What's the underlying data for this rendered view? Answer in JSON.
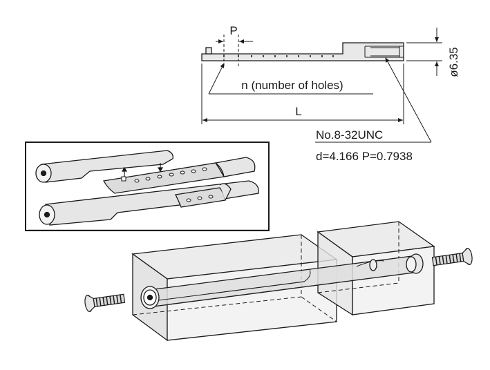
{
  "labels": {
    "pitch": "P",
    "holes": "n (number of holes)",
    "length": "L",
    "diameter": "ø6.35",
    "thread": "No.8-32UNC",
    "thread_spec": "d=4.166  P=0.7938"
  },
  "colors": {
    "line": "#1a1a1a",
    "body_fill": "#e6e6e6",
    "face_fill": "#f2f2f2",
    "shade_fill": "#cfcfcf",
    "block_top": "#ececec",
    "block_front": "#f3f3f3",
    "block_side": "#e2e2e2",
    "background": "#ffffff"
  },
  "icons": {
    "screws": "countersunk-screw-icon",
    "arrows": "up-down-arrow-icon"
  }
}
